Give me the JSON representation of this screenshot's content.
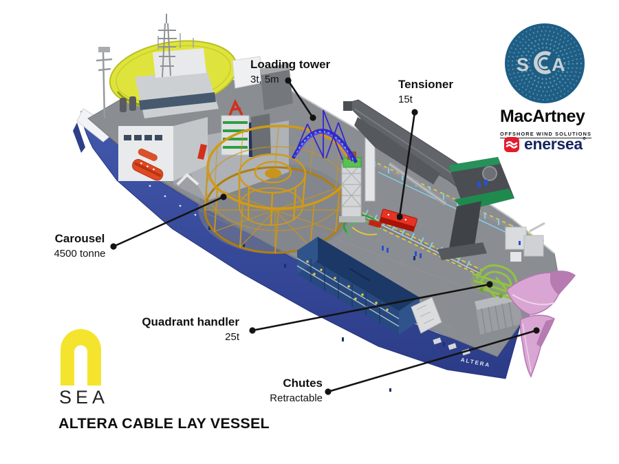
{
  "vessel": {
    "hull_name": "ALTERA"
  },
  "annotations": [
    {
      "id": "loading-tower",
      "label": "Loading tower",
      "detail": "3t, 5m"
    },
    {
      "id": "tensioner",
      "label": "Tensioner",
      "detail": "15t"
    },
    {
      "id": "carousel",
      "label": "Carousel",
      "detail": "4500 tonne"
    },
    {
      "id": "quadrant-handler",
      "label": "Quadrant handler",
      "detail": "25t"
    },
    {
      "id": "chutes",
      "label": "Chutes",
      "detail": "Retractable"
    }
  ],
  "brand": {
    "scca": {
      "name": "SCCA",
      "letter_s": "S",
      "letter_a": "A"
    },
    "macartney": {
      "name": "MacArtney",
      "tagline": "OFFSHORE WIND SOLUTIONS"
    },
    "enersea": {
      "name": "enersea",
      "mark": "°"
    },
    "nsea": {
      "wordmark": "SEA"
    }
  },
  "footer": {
    "title": "ALTERA CABLE LAY VESSEL"
  },
  "colors": {
    "hull_blue": "#35489c",
    "deck_gray": "#8a8d92",
    "helideck_yellow": "#dfe43c",
    "carousel_gold": "#d19a15",
    "loading_tower_blue": "#3526c9",
    "loading_tower_cyan": "#3fc9ea",
    "tensioner_red": "#e63322",
    "quadrant_green": "#8fc440",
    "chutes_pink": "#d9a6d4",
    "crane_gray": "#4a4e53",
    "crane_green": "#1f8a4d",
    "scca_blue": "#1e5e85",
    "enersea_red": "#e51a2b",
    "nsea_yellow": "#f5e42e"
  }
}
